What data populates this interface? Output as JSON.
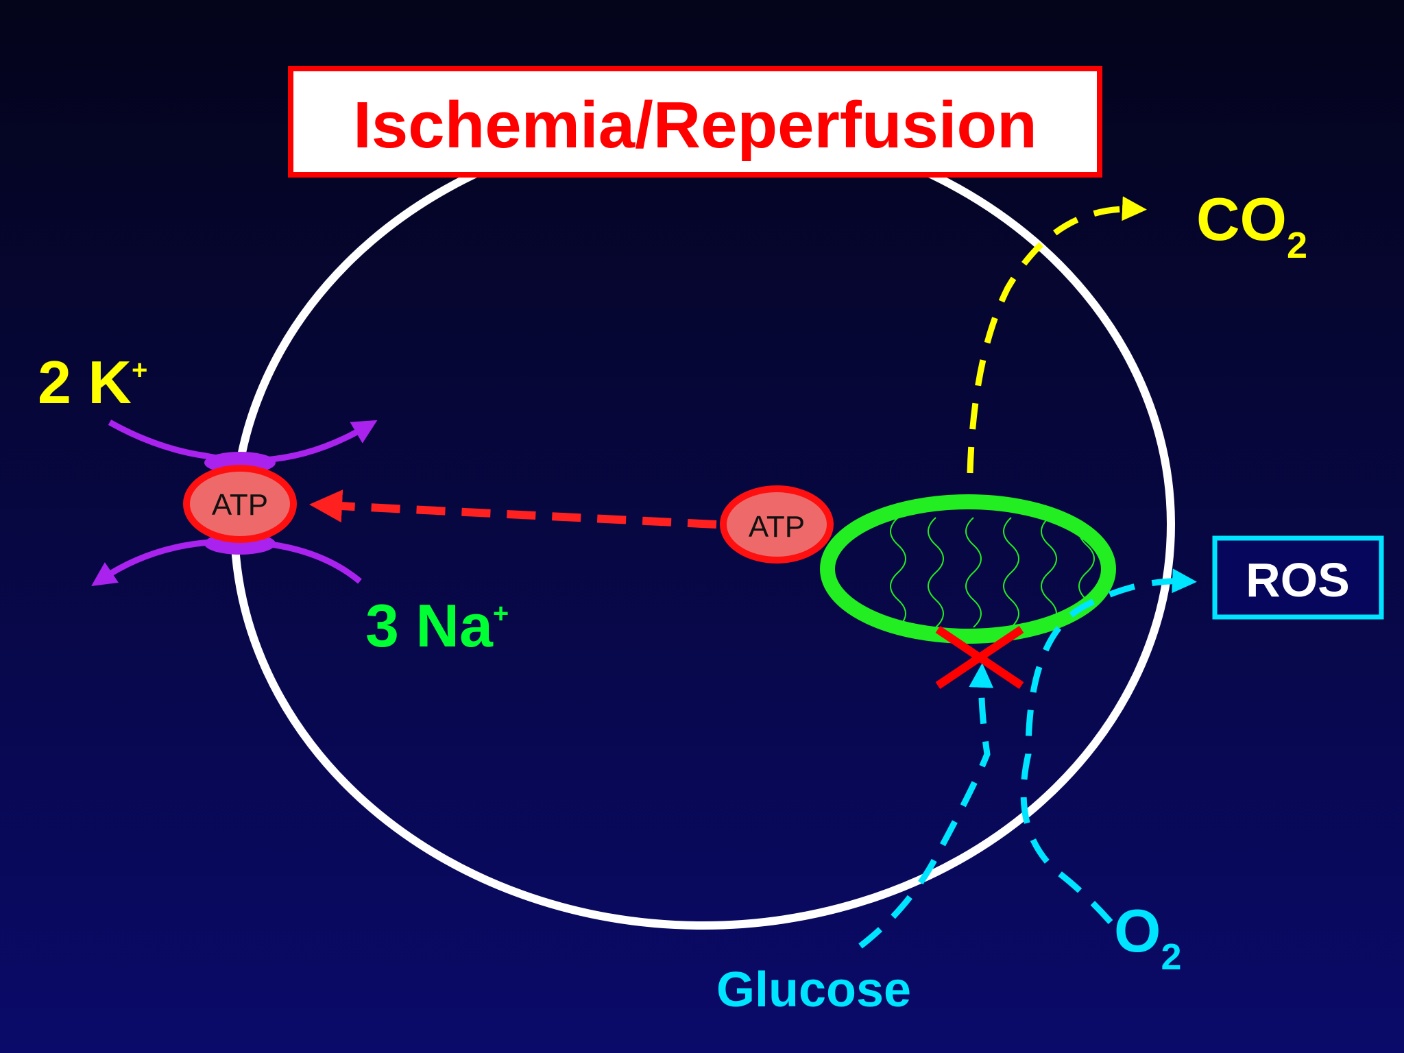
{
  "title": "Ischemia/Reperfusion",
  "labels": {
    "k_ion": "2 K",
    "k_charge": "+",
    "na_ion": "3 Na",
    "na_charge": "+",
    "atp_pump": "ATP",
    "atp_mito": "ATP",
    "co2_main": "CO",
    "co2_sub": "2",
    "o2_main": "O",
    "o2_sub": "2",
    "glucose": "Glucose",
    "ros": "ROS"
  },
  "colors": {
    "background_top": "#04041a",
    "background_bottom": "#0a0a6a",
    "title_border": "#ff0000",
    "title_text": "#ff0000",
    "cell_membrane": "#ffffff",
    "potassium": "#ffff00",
    "sodium": "#00ff33",
    "atp_fill": "#ee6a6a",
    "atp_border": "#ff1010",
    "pump_arrows": "#aa22ee",
    "atp_transport": "#ff2020",
    "mitochondrion": "#22ee22",
    "co2_path": "#ffff00",
    "oxygen_glucose": "#00e5ff",
    "ros_box_border": "#00e5ff",
    "ros_box_fill": "#06065c",
    "blocked_cross": "#ff0000"
  },
  "icons": [
    "blocked-x-icon",
    "arrowhead-icon"
  ]
}
